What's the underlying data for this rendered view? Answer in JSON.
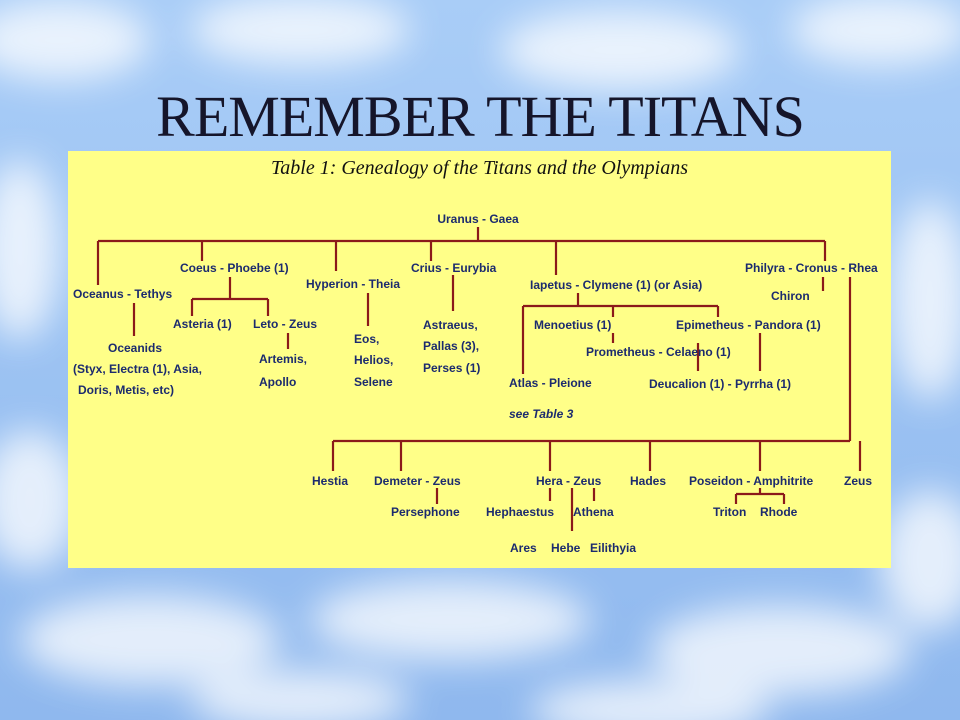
{
  "slide": {
    "title": "REMEMBER THE TITANS",
    "caption": "Table 1: Genealogy of the Titans and the Olympians",
    "background_color": "#9ec3f3",
    "table_color": "#ffff88",
    "line_color": "#8b1a1a",
    "text_color": "#1c2b6e"
  },
  "nodes": {
    "uranus_gaea": "Uranus - Gaea",
    "oceanus_tethys": "Oceanus - Tethys",
    "oceanids": "Oceanids",
    "oceanids_1": "(Styx, Electra (1), Asia,",
    "oceanids_2": "Doris, Metis, etc)",
    "coeus_phoebe": "Coeus - Phoebe (1)",
    "asteria": "Asteria (1)",
    "leto_zeus": "Leto - Zeus",
    "artemis": "Artemis,",
    "apollo": "Apollo",
    "hyperion_theia": "Hyperion - Theia",
    "eos": "Eos,",
    "helios": "Helios,",
    "selene": "Selene",
    "crius_eurybia": "Crius - Eurybia",
    "astraeus": "Astraeus,",
    "pallas": "Pallas (3),",
    "perses": "Perses (1)",
    "iapetus_clymene": "Iapetus - Clymene (1) (or Asia)",
    "menoetius": "Menoetius (1)",
    "epimetheus_pandora": "Epimetheus - Pandora (1)",
    "prometheus_celaeno": "Prometheus - Celaeno (1)",
    "atlas_pleione": "Atlas - Pleione",
    "see_table": "see Table 3",
    "deucalion_pyrrha": "Deucalion (1) - Pyrrha (1)",
    "philyra_cronus_rhea": "Philyra - Cronus - Rhea",
    "chiron": "Chiron",
    "hestia": "Hestia",
    "demeter_zeus": "Demeter - Zeus",
    "persephone": "Persephone",
    "hera_zeus": "Hera - Zeus",
    "hephaestus": "Hephaestus",
    "athena": "Athena",
    "ares": "Ares",
    "hebe": "Hebe",
    "eilithyia": "Eilithyia",
    "hades": "Hades",
    "poseidon_amphitrite": "Poseidon - Amphitrite",
    "triton": "Triton",
    "rhode": "Rhode",
    "zeus": "Zeus"
  }
}
